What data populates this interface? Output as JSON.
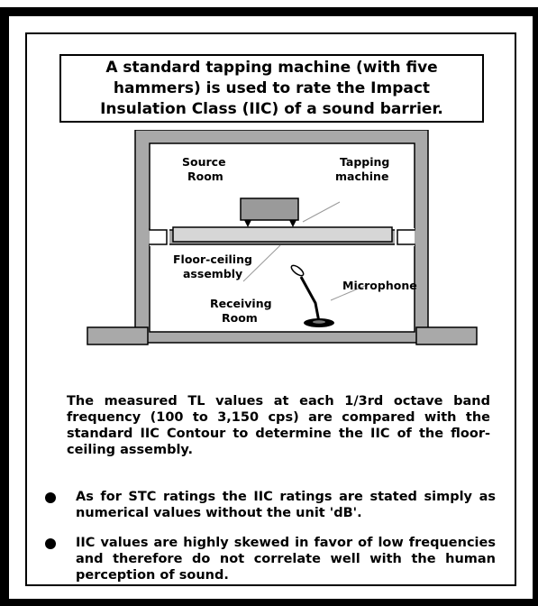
{
  "title": "A standard tapping machine (with five hammers) is used to rate the Impact Insulation Class (IIC) of a sound barrier.",
  "diagram": {
    "source_room_line1": "Source",
    "source_room_line2": "Room",
    "tapping_machine_line1": "Tapping",
    "tapping_machine_line2": "machine",
    "floor_ceiling_line1": "Floor-ceiling",
    "floor_ceiling_line2": "assembly",
    "microphone": "Microphone",
    "receiving_room_line1": "Receiving",
    "receiving_room_line2": "Room"
  },
  "description": "The measured TL values at each 1/3rd octave band frequency (100 to 3,150 cps)  are compared with the standard IIC Contour to determine the IIC of the floor-ceiling assembly.",
  "bullets": [
    "As for STC ratings the IIC ratings are stated simply as numerical values without the unit 'dB'.",
    "IIC values are highly skewed in favor of low frequencies and therefore do not correlate well with the human perception of sound."
  ]
}
